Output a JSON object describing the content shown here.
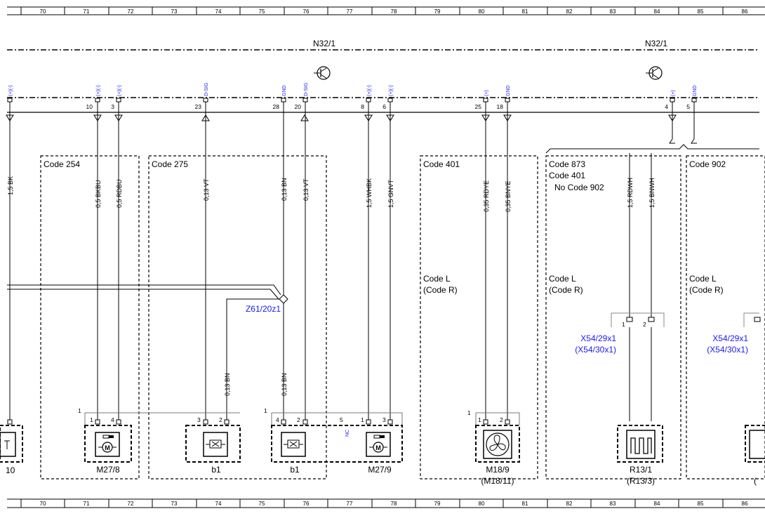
{
  "ruler": [
    "70",
    "71",
    "72",
    "73",
    "74",
    "75",
    "76",
    "77",
    "78",
    "79",
    "80",
    "81",
    "82",
    "83",
    "84",
    "85",
    "86"
  ],
  "control_units": [
    "N32/1",
    "N32/1"
  ],
  "pins_top": [
    {
      "sig": "(+)(-)",
      "num": ""
    },
    {
      "sig": "(+)(-)",
      "num": "10"
    },
    {
      "sig": "(+)(-)",
      "num": "3"
    },
    {
      "sig": "D-SIG",
      "num": "23"
    },
    {
      "sig": "GND",
      "num": "28"
    },
    {
      "sig": "D-SIG",
      "num": "20"
    },
    {
      "sig": "(+)(-)",
      "num": "8"
    },
    {
      "sig": "(+)(-)",
      "num": "6"
    },
    {
      "sig": "(+)",
      "num": "25"
    },
    {
      "sig": "GND",
      "num": "18"
    },
    {
      "sig": "(+)",
      "num": "4"
    },
    {
      "sig": "GND",
      "num": "5"
    }
  ],
  "code_boxes": {
    "c254": "Code 254",
    "c275": "Code 275",
    "c401": "Code 401",
    "c873a": "Code 873",
    "c873b": "Code 401",
    "c873c": "No Code 902",
    "c902": "Code 902",
    "codeL": "Code L",
    "codeR": "(Code R)"
  },
  "wires": {
    "w1": "1,5 BK",
    "w2": "0,5 BKBU",
    "w3": "0,5 RDBU",
    "w4": "0,13 VT",
    "w5": "0,13 BN",
    "w6": "0,13 VT",
    "w7": "1,5 WHBK",
    "w8": "1,5 GNVT",
    "w9": "0,35 RDYE",
    "w10": "0,35 BNYE",
    "w11": "1,5 RDWH",
    "w12": "1,5 BNWH",
    "w13": "0,13 BN",
    "w14": "0,13 BN"
  },
  "splice": "Z61/20z1",
  "connectors": {
    "x54a": "X54/29x1",
    "x54b": "(X54/30x1)",
    "x54c": "X54/29x1",
    "x54d": "(X54/30x1)"
  },
  "pin_numbers_bottom": {
    "m278_1": "1",
    "m278_4": "4",
    "b1a_3": "3",
    "b1a_2": "2",
    "b1b_4": "4",
    "b1b_2": "2",
    "nc_5": "5",
    "m279_1": "1",
    "m279_3": "3",
    "m189_1": "1",
    "m189_2": "2",
    "x54_1": "1",
    "x54_2": "2",
    "group1a": "1",
    "group1b": "1",
    "group1c": "1",
    "nc": "NC"
  },
  "components": {
    "left_partial": "10",
    "m278": "M27/8",
    "b1a": "b1",
    "b1b": "b1",
    "m279": "M27/9",
    "m189": "M18/9",
    "m189b": "(M18/11)",
    "r131": "R13/1",
    "r131b": "(R13/3)",
    "right_partial": "("
  },
  "colors": {
    "line": "#000000",
    "blue": "#1a1aee",
    "gray": "#555555"
  }
}
